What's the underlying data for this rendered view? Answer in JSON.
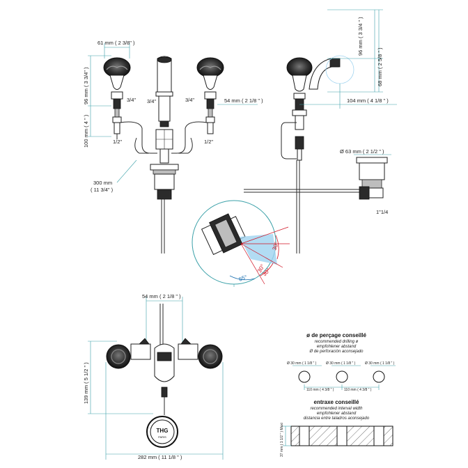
{
  "top_left": {
    "dim_width": "61 mm  ( 2 3/8\" )",
    "dim_96": "96 mm  ( 3 3/4\" )",
    "dim_100": "100 mm  ( 4 \" )",
    "label_34_a": "3/4\"",
    "label_34_b": "3/4\"",
    "label_34_c": "3/4\"",
    "label_12_a": "1/2\"",
    "label_12_b": "1/2\"",
    "dim_54": "54 mm  ( 2 1/8 \" )",
    "dim_300_a": "300 mm",
    "dim_300_b": "( 11 3/4\" )"
  },
  "top_right": {
    "dim_96v": "96 mm  ( 3 3/4 \" )",
    "dim_68v": "68 mm  ( 2 5/8 \" )",
    "dim_104": "104 mm  ( 4 1/8 \" )",
    "dim_63": "Ø  63 mm  ( 2 1/2 \" )",
    "label_114": "1\"1/4"
  },
  "angle_detail": {
    "angle_30_a": "30°",
    "angle_30_b": "30°",
    "angle_30_c": "30°",
    "angle_65": "65°"
  },
  "bottom_left": {
    "dim_54": "54 mm  ( 2 1/8 \" )",
    "dim_139": "139 mm  ( 5 1/2 \" )",
    "dim_282": "282 mm  ( 11 1/8 \" )",
    "logo_text": "THG",
    "logo_sub": "PARIS"
  },
  "drilling": {
    "title": "ø de perçage conseillé",
    "lines": [
      "recommended drilling ø",
      "empfohlener abstand",
      "Ø de perforación aconsejado"
    ],
    "hole_dims": [
      "Ø  30 mm  (  1 1/8 \" )",
      "Ø  30 mm  (  1 1/8 \" )",
      "Ø  30 mm  (  1 1/8 \" )"
    ],
    "spacing": [
      "110 mm  (  4 3/8 \" )",
      "110 mm  (  4 3/8 \" )"
    ]
  },
  "interval": {
    "title": "entraxe conseillé",
    "lines": [
      "recommended interval width",
      "empfohlener abstand",
      "distancia entre taladros aconsejado"
    ],
    "dim_max": "37 mm  ( 1 1/2 \" ) Maxi"
  },
  "colors": {
    "dimension_line": "#3aa0a8",
    "angle_red": "#d01020",
    "angle_blue": "#1a6fb0",
    "highlight_blue": "#9fd3f0"
  }
}
